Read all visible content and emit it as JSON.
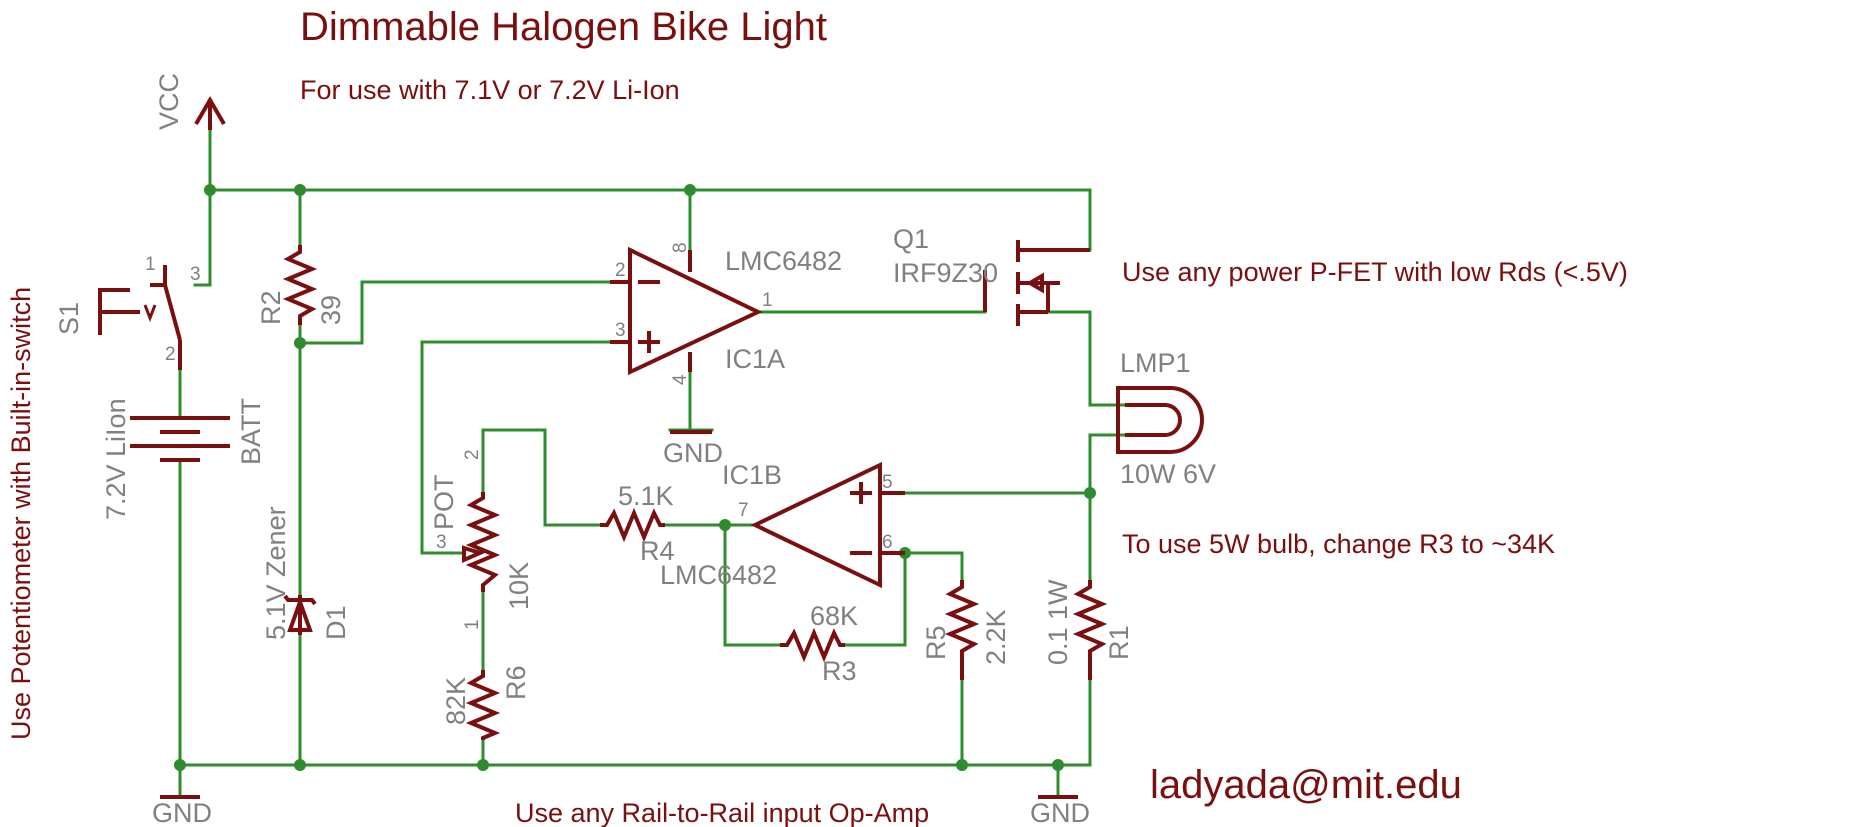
{
  "title": "Dimmable Halogen Bike Light",
  "subtitle": "For use with 7.1V or 7.2V Li-Ion",
  "notes": {
    "pfet": "Use any power P-FET with low Rds (<.5V)",
    "bulb": "To use 5W bulb, change R3 to ~34K",
    "opamp": "Use any Rail-to-Rail input Op-Amp",
    "pot_switch": "Use Potentiometer with Built-in-switch"
  },
  "email": "ladyada@mit.edu",
  "colors": {
    "wire": "#2e8b2e",
    "symbol": "#7a0f0f",
    "label": "#808080"
  },
  "labels": {
    "vcc": "VCC",
    "gnd_left": "GND",
    "gnd_right": "GND",
    "gnd_opamp": "GND",
    "s1": "S1",
    "batt_value": "7.2V LiIon",
    "batt_name": "BATT",
    "r2_name": "R2",
    "r2_value": "39",
    "d1_value": "5.1V Zener",
    "d1_name": "D1",
    "pot_name": "POT",
    "pot_value": "10K",
    "r6_value": "82K",
    "r6_name": "R6",
    "r4_value": "5.1K",
    "r4_name": "R4",
    "ic1a_part": "LMC6482",
    "ic1a_name": "IC1A",
    "ic1b_name": "IC1B",
    "ic1b_part": "LMC6482",
    "r3_value": "68K",
    "r3_name": "R3",
    "r5_name": "R5",
    "r5_value": "2.2K",
    "r1_value": "0.1 1W",
    "r1_name": "R1",
    "q1_name": "Q1",
    "q1_part": "IRF9Z30",
    "lmp_name": "LMP1",
    "lmp_value": "10W 6V"
  },
  "pins": {
    "s1_1": "1",
    "s1_2": "2",
    "s1_3": "3",
    "ic1a_2": "2",
    "ic1a_3": "3",
    "ic1a_8": "8",
    "ic1a_1": "1",
    "ic1a_4": "4",
    "ic1b_5": "5",
    "ic1b_6": "6",
    "ic1b_7": "7",
    "pot_1": "1",
    "pot_2": "2",
    "pot_3": "3"
  }
}
